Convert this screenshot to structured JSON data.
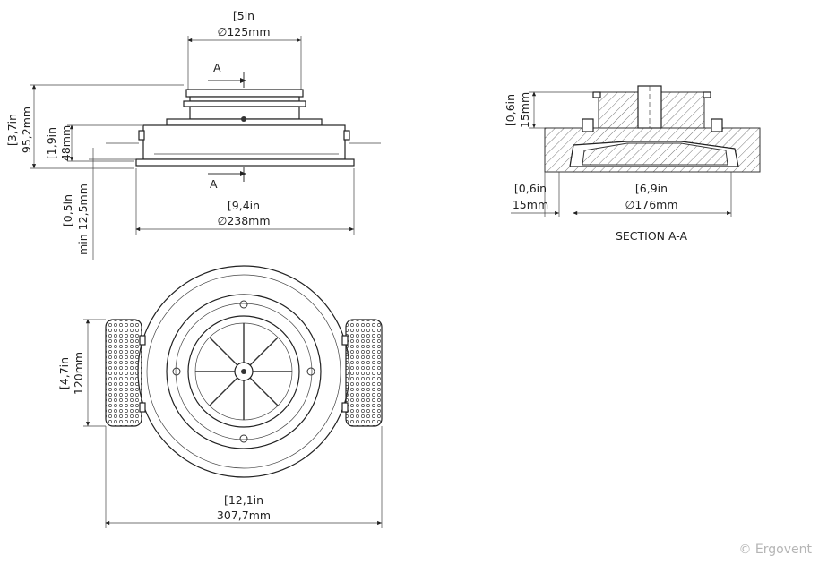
{
  "side_view": {
    "top_diameter_in": "[5in",
    "top_diameter_mm": "∅125mm",
    "section_marker_top": "A",
    "section_marker_bottom": "A",
    "height_in": "[3,7in",
    "height_mm": "95,2mm",
    "mid_height_in": "[1,9in",
    "mid_height_mm": "48mm",
    "min_depth_in": "[0,5in",
    "min_depth_mm": "min 12,5mm",
    "base_diameter_in": "[9,4in",
    "base_diameter_mm": "∅238mm"
  },
  "section_view": {
    "height_in": "[0,6in",
    "height_mm": "15mm",
    "offset_in": "[0,6in",
    "offset_mm": "15mm",
    "inner_diameter_in": "[6,9in",
    "inner_diameter_mm": "∅176mm",
    "caption": "SECTION A-A"
  },
  "top_view": {
    "pad_height_in": "[4,7in",
    "pad_height_mm": "120mm",
    "overall_width_in": "[12,1in",
    "overall_width_mm": "307,7mm"
  },
  "copyright": "© Ergovent"
}
